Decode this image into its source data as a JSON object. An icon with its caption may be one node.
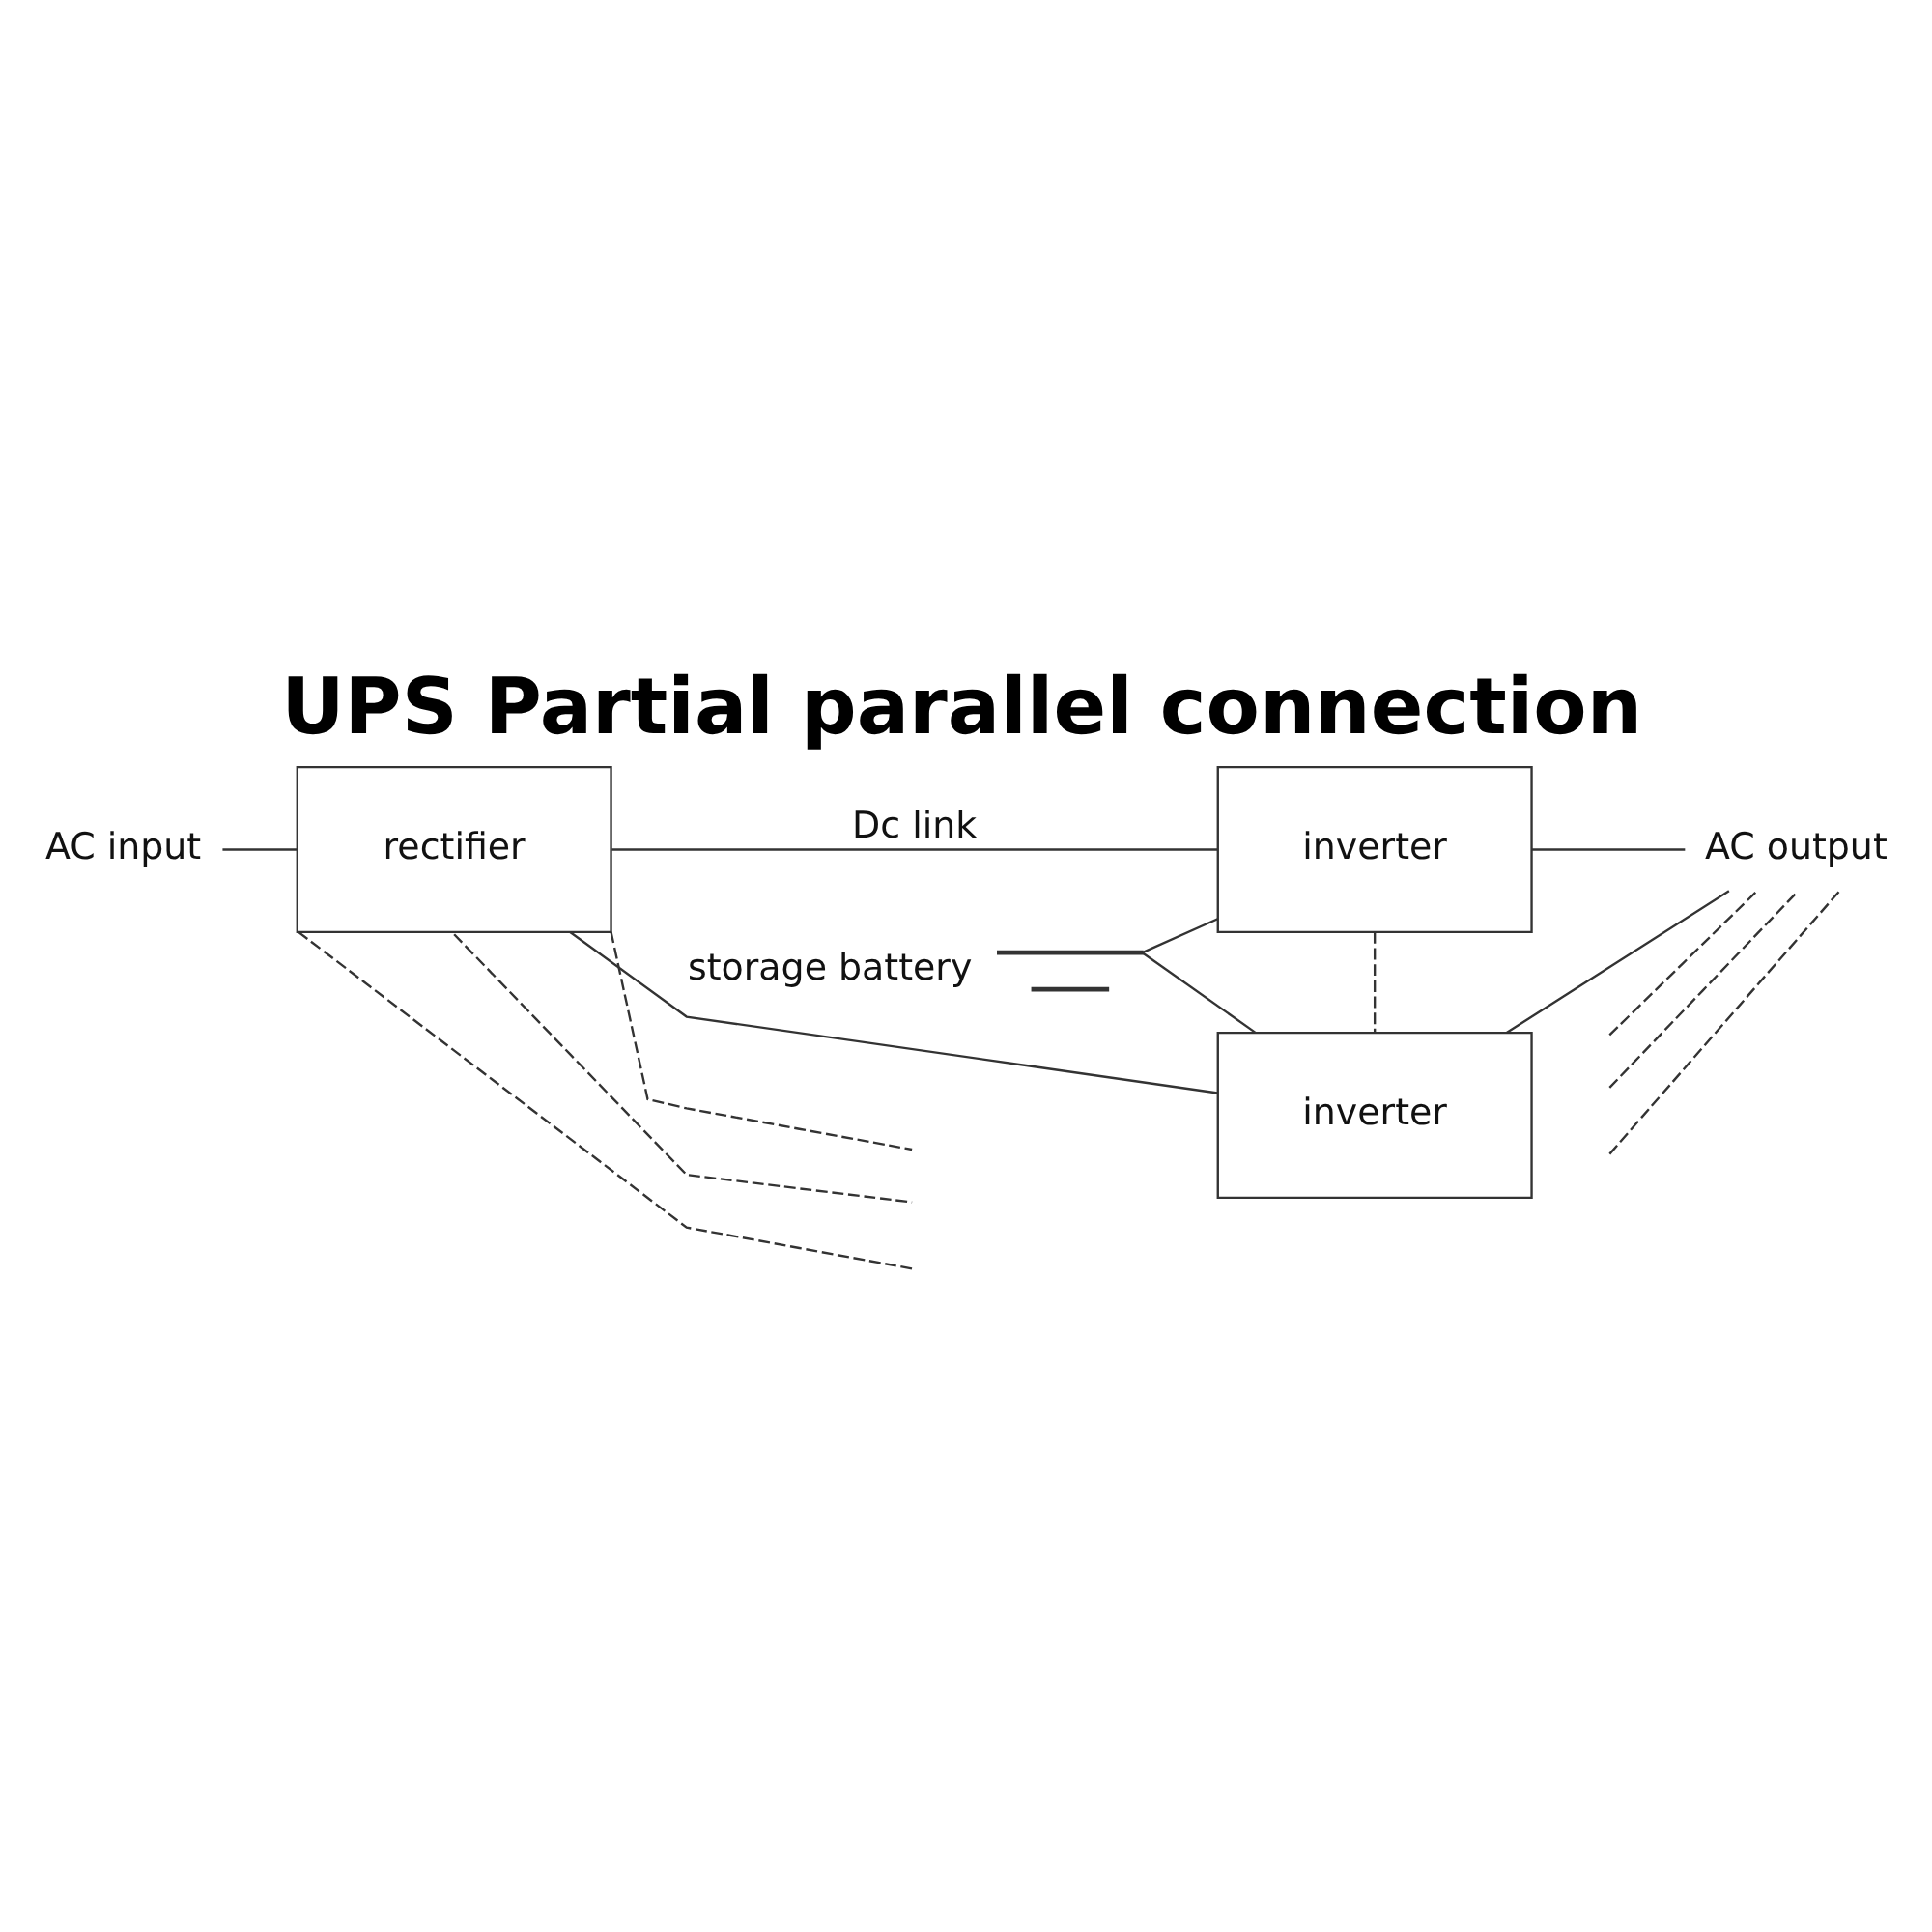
{
  "diagram": {
    "title": "UPS Partial parallel connection",
    "nodes": [
      {
        "text": [
          "AC input"
        ]
      },
      {
        "text": [
          "rectifier"
        ]
      },
      {
        "text": [
          "inverter"
        ]
      },
      {
        "text": [
          "AC output"
        ]
      },
      {
        "text": [],
        "shape": "battery",
        "beside": [
          "storage battery"
        ]
      },
      {
        "text": [
          "inverter"
        ]
      }
    ],
    "edges": [
      {
        "from": 0,
        "to": 1,
        "arrow": "none"
      },
      {
        "from": 1,
        "to": 2,
        "arrow": "none",
        "label": "Dc link"
      },
      {
        "from": 1,
        "to": 5,
        "arrow": "none"
      },
      {
        "from": 4,
        "to": 2,
        "arrow": "none"
      },
      {
        "from": 4,
        "to": 5,
        "arrow": "none"
      },
      {
        "from": 2,
        "to": 3,
        "arrow": "none"
      },
      {
        "from": 5,
        "to": 3,
        "arrow": "none"
      },
      {
        "from": 2,
        "to": 5,
        "arrow": "none",
        "style": "dashed"
      },
      {
        "from": 1,
        "to": null,
        "arrow": "none",
        "style": "dashed"
      },
      {
        "from": 1,
        "to": null,
        "arrow": "none",
        "style": "dashed"
      },
      {
        "from": 1,
        "to": null,
        "arrow": "none",
        "style": "dashed"
      },
      {
        "from": null,
        "to": 3,
        "arrow": "none",
        "style": "dashed"
      },
      {
        "from": null,
        "to": 3,
        "arrow": "none",
        "style": "dashed"
      },
      {
        "from": null,
        "to": 3,
        "arrow": "none",
        "style": "dashed"
      }
    ]
  }
}
